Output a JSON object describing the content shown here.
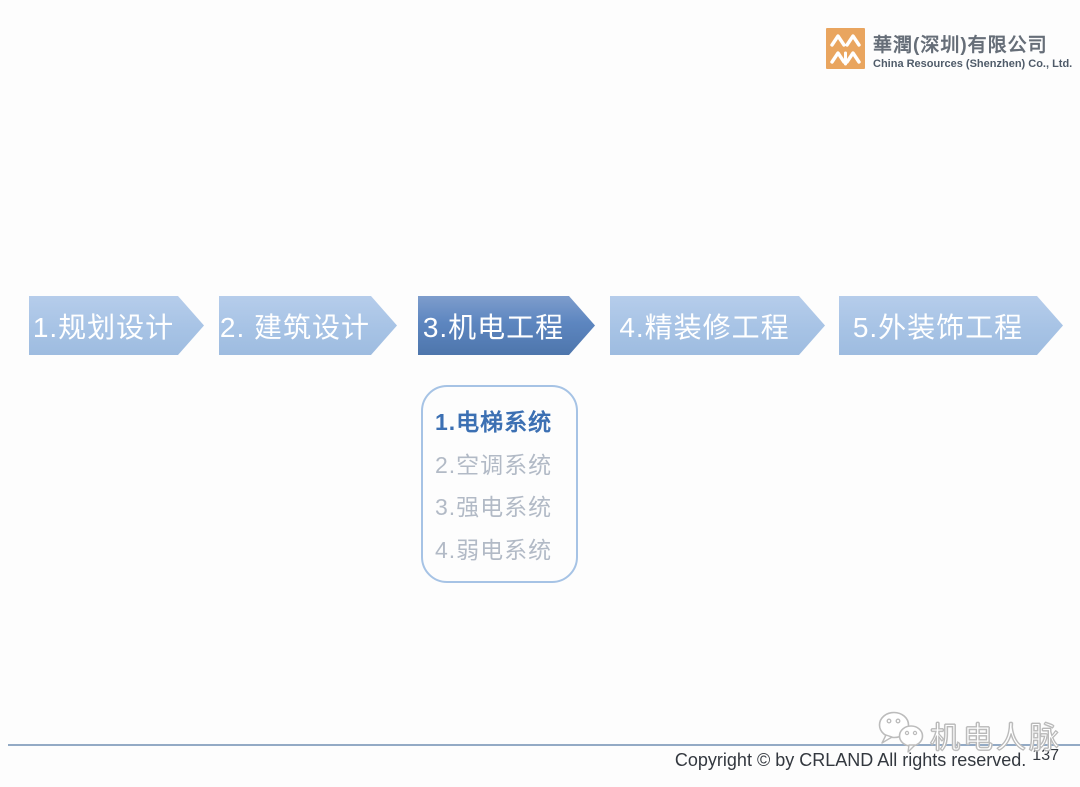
{
  "header": {
    "company_cn": "華潤(深圳)有限公司",
    "company_en": "China Resources (Shenzhen) Co., Ltd.",
    "logo_color": "#e9a55f"
  },
  "process": {
    "steps": [
      {
        "label": "1.规划设计",
        "active": false
      },
      {
        "label": "2. 建筑设计",
        "active": false
      },
      {
        "label": "3.机电工程",
        "active": true
      },
      {
        "label": "4.精装修工程",
        "active": false
      },
      {
        "label": "5.外装饰工程",
        "active": false
      }
    ],
    "colors": {
      "inactive": "#a7c3e5",
      "active": "#5d86c0",
      "text": "#ffffff"
    }
  },
  "detail_box": {
    "items": [
      {
        "label": "1.电梯系统",
        "highlight": true
      },
      {
        "label": "2.空调系统",
        "highlight": false
      },
      {
        "label": "3.强电系统",
        "highlight": false
      },
      {
        "label": "4.弱电系统",
        "highlight": false
      }
    ],
    "colors": {
      "border": "#a6c3e5",
      "highlight": "#3c70b3",
      "muted": "#b2bac6"
    }
  },
  "footer": {
    "copyright": "Copyright © by CRLAND All rights reserved.",
    "page_number": "137",
    "watermark_text": "机电人脉",
    "line_color": "#93aac5"
  }
}
